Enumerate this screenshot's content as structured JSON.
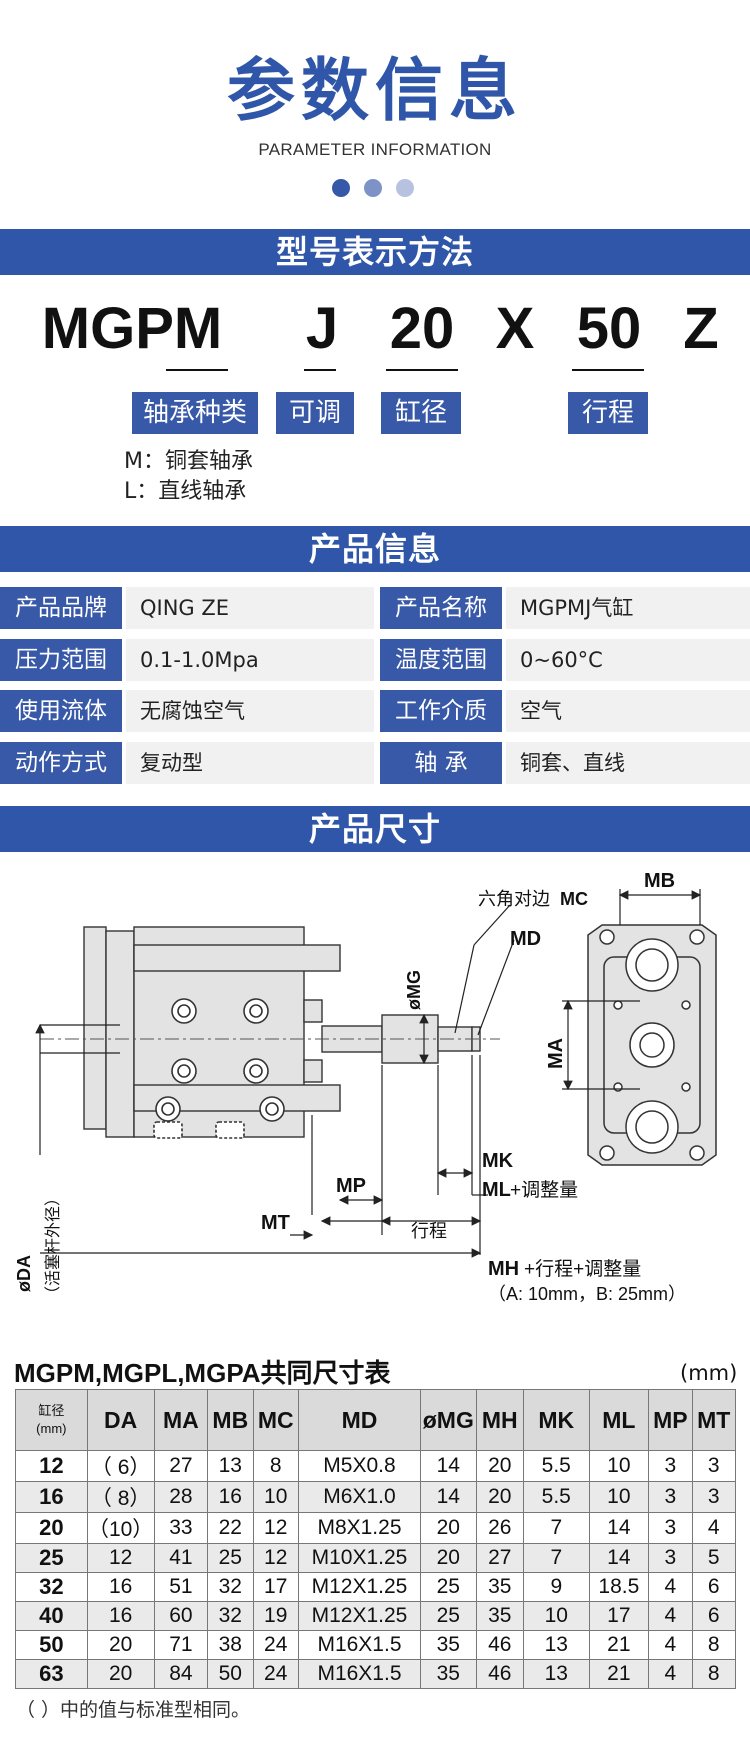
{
  "header": {
    "title": "参数信息",
    "subtitle": "PARAMETER INFORMATION",
    "dot_colors": [
      "#3558a8",
      "#7d93c8",
      "#b6c2e0"
    ]
  },
  "model": {
    "band_title": "型号表示方法",
    "parts": [
      "MGPM",
      "J",
      "20",
      "X",
      "50",
      "Z"
    ],
    "labels": [
      "轴承种类",
      "可调",
      "缸径",
      "行程"
    ],
    "notes": [
      "M：铜套轴承",
      "L：直线轴承"
    ]
  },
  "product_info": {
    "band_title": "产品信息",
    "rows": [
      {
        "label1": "产品品牌",
        "value1": "QING ZE",
        "label2": "产品名称",
        "value2": "MGPMJ气缸"
      },
      {
        "label1": "压力范围",
        "value1": "0.1-1.0Mpa",
        "label2": "温度范围",
        "value2": "0~60°C"
      },
      {
        "label1": "使用流体",
        "value1": "无腐蚀空气",
        "label2": "工作介质",
        "value2": "空气"
      },
      {
        "label1": "动作方式",
        "value1": "复动型",
        "label2": "轴 承",
        "value2": "铜套、直线"
      }
    ]
  },
  "dimensions": {
    "band_title": "产品尺寸",
    "drawing_labels": {
      "hex": "六角对边",
      "mc": "MC",
      "md": "MD",
      "mg": "øMG",
      "mb": "MB",
      "ma": "MA",
      "mk": "MK",
      "ml_prefix": "ML",
      "ml_suffix": "+调整量",
      "mp": "MP",
      "mt": "MT",
      "stroke": "行程",
      "mh_prefix": "MH",
      "mh_suffix": "+行程+调整量",
      "ab_note": "（A: 10mm，B: 25mm）",
      "da": "øDA",
      "da_note": "（活塞杆外径）"
    }
  },
  "table": {
    "title": "MGPM,MGPL,MGPA共同尺寸表",
    "unit": "(mm)",
    "bore_header": "缸径\n(mm)",
    "headers": [
      "DA",
      "MA",
      "MB",
      "MC",
      "MD",
      "øMG",
      "MH",
      "MK",
      "ML",
      "MP",
      "MT"
    ],
    "rows": [
      [
        "12",
        "（ 6）",
        "27",
        "13",
        "8",
        "M5X0.8",
        "14",
        "20",
        "5.5",
        "10",
        "3",
        "3"
      ],
      [
        "16",
        "（ 8）",
        "28",
        "16",
        "10",
        "M6X1.0",
        "14",
        "20",
        "5.5",
        "10",
        "3",
        "3"
      ],
      [
        "20",
        "（10）",
        "33",
        "22",
        "12",
        "M8X1.25",
        "20",
        "26",
        "7",
        "14",
        "3",
        "4"
      ],
      [
        "25",
        "12",
        "41",
        "25",
        "12",
        "M10X1.25",
        "20",
        "27",
        "7",
        "14",
        "3",
        "5"
      ],
      [
        "32",
        "16",
        "51",
        "32",
        "17",
        "M12X1.25",
        "25",
        "35",
        "9",
        "18.5",
        "4",
        "6"
      ],
      [
        "40",
        "16",
        "60",
        "32",
        "19",
        "M12X1.25",
        "25",
        "35",
        "10",
        "17",
        "4",
        "6"
      ],
      [
        "50",
        "20",
        "71",
        "38",
        "24",
        "M16X1.5",
        "35",
        "46",
        "13",
        "21",
        "4",
        "8"
      ],
      [
        "63",
        "20",
        "84",
        "50",
        "24",
        "M16X1.5",
        "35",
        "46",
        "13",
        "21",
        "4",
        "8"
      ]
    ],
    "footnote": "（ ）中的值与标准型相同。"
  }
}
